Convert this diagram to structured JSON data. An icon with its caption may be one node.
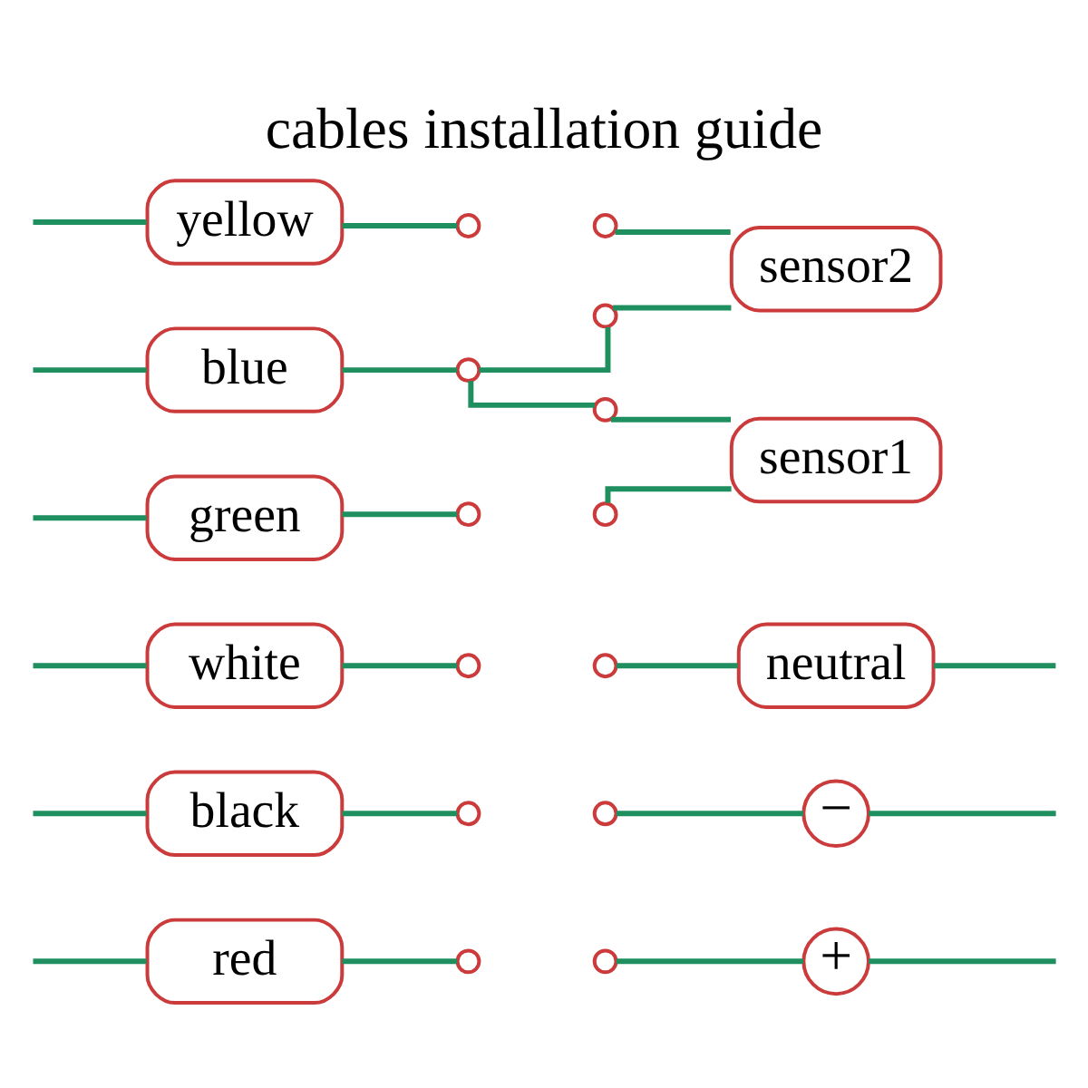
{
  "diagram": {
    "title": "cables installation guide",
    "nodes": [
      {
        "text": [
          "red"
        ]
      },
      {
        "text": [
          "black"
        ]
      },
      {
        "text": [
          "white"
        ]
      },
      {
        "text": [
          "green"
        ]
      },
      {
        "text": [
          "yellow"
        ]
      },
      {
        "text": [
          "blue"
        ]
      },
      {
        "text": [],
        "shape": "circle"
      },
      {
        "text": [],
        "shape": "circle"
      },
      {
        "text": [],
        "shape": "circle"
      },
      {
        "text": [],
        "shape": "circle"
      },
      {
        "text": [],
        "shape": "circle"
      },
      {
        "text": [],
        "shape": "circle"
      },
      {
        "text": [],
        "shape": "circle"
      },
      {
        "text": [],
        "shape": "circle"
      },
      {
        "text": [],
        "shape": "circle"
      },
      {
        "text": [],
        "shape": "circle"
      },
      {
        "text": [],
        "shape": "circle"
      },
      {
        "text": [],
        "shape": "circle"
      },
      {
        "text": [],
        "shape": "circle"
      },
      {
        "text": [
          "+"
        ]
      },
      {
        "text": [
          "−"
        ]
      },
      {
        "text": [
          "neutral"
        ]
      },
      {
        "text": [
          "sensor1"
        ]
      },
      {
        "text": [
          "sensor2"
        ]
      }
    ],
    "edges": [
      {
        "from": null,
        "to": 0,
        "arrow": "none"
      },
      {
        "from": 0,
        "to": 6,
        "arrow": "none"
      },
      {
        "from": 7,
        "to": 19,
        "arrow": "none"
      },
      {
        "from": 19,
        "to": null,
        "arrow": "none"
      },
      {
        "from": null,
        "to": 1,
        "arrow": "none"
      },
      {
        "from": 1,
        "to": 8,
        "arrow": "none"
      },
      {
        "from": 9,
        "to": 20,
        "arrow": "none"
      },
      {
        "from": 20,
        "to": null,
        "arrow": "none"
      },
      {
        "from": null,
        "to": 2,
        "arrow": "none"
      },
      {
        "from": 2,
        "to": 10,
        "arrow": "none"
      },
      {
        "from": 11,
        "to": 21,
        "arrow": "none"
      },
      {
        "from": 21,
        "to": null,
        "arrow": "none"
      },
      {
        "from": null,
        "to": 3,
        "arrow": "none"
      },
      {
        "from": 3,
        "to": 12,
        "arrow": "none"
      },
      {
        "from": 13,
        "to": 22,
        "arrow": "none"
      },
      {
        "from": null,
        "to": 4,
        "arrow": "none"
      },
      {
        "from": 4,
        "to": 14,
        "arrow": "none"
      },
      {
        "from": 15,
        "to": 23,
        "arrow": "none"
      },
      {
        "from": null,
        "to": 5,
        "arrow": "none"
      },
      {
        "from": 5,
        "to": 16,
        "arrow": "none"
      },
      {
        "from": 16,
        "to": 17,
        "arrow": "none"
      },
      {
        "from": 16,
        "to": 18,
        "arrow": "none"
      },
      {
        "from": 17,
        "to": 22,
        "arrow": "none"
      },
      {
        "from": 18,
        "to": 23,
        "arrow": "none"
      }
    ]
  }
}
